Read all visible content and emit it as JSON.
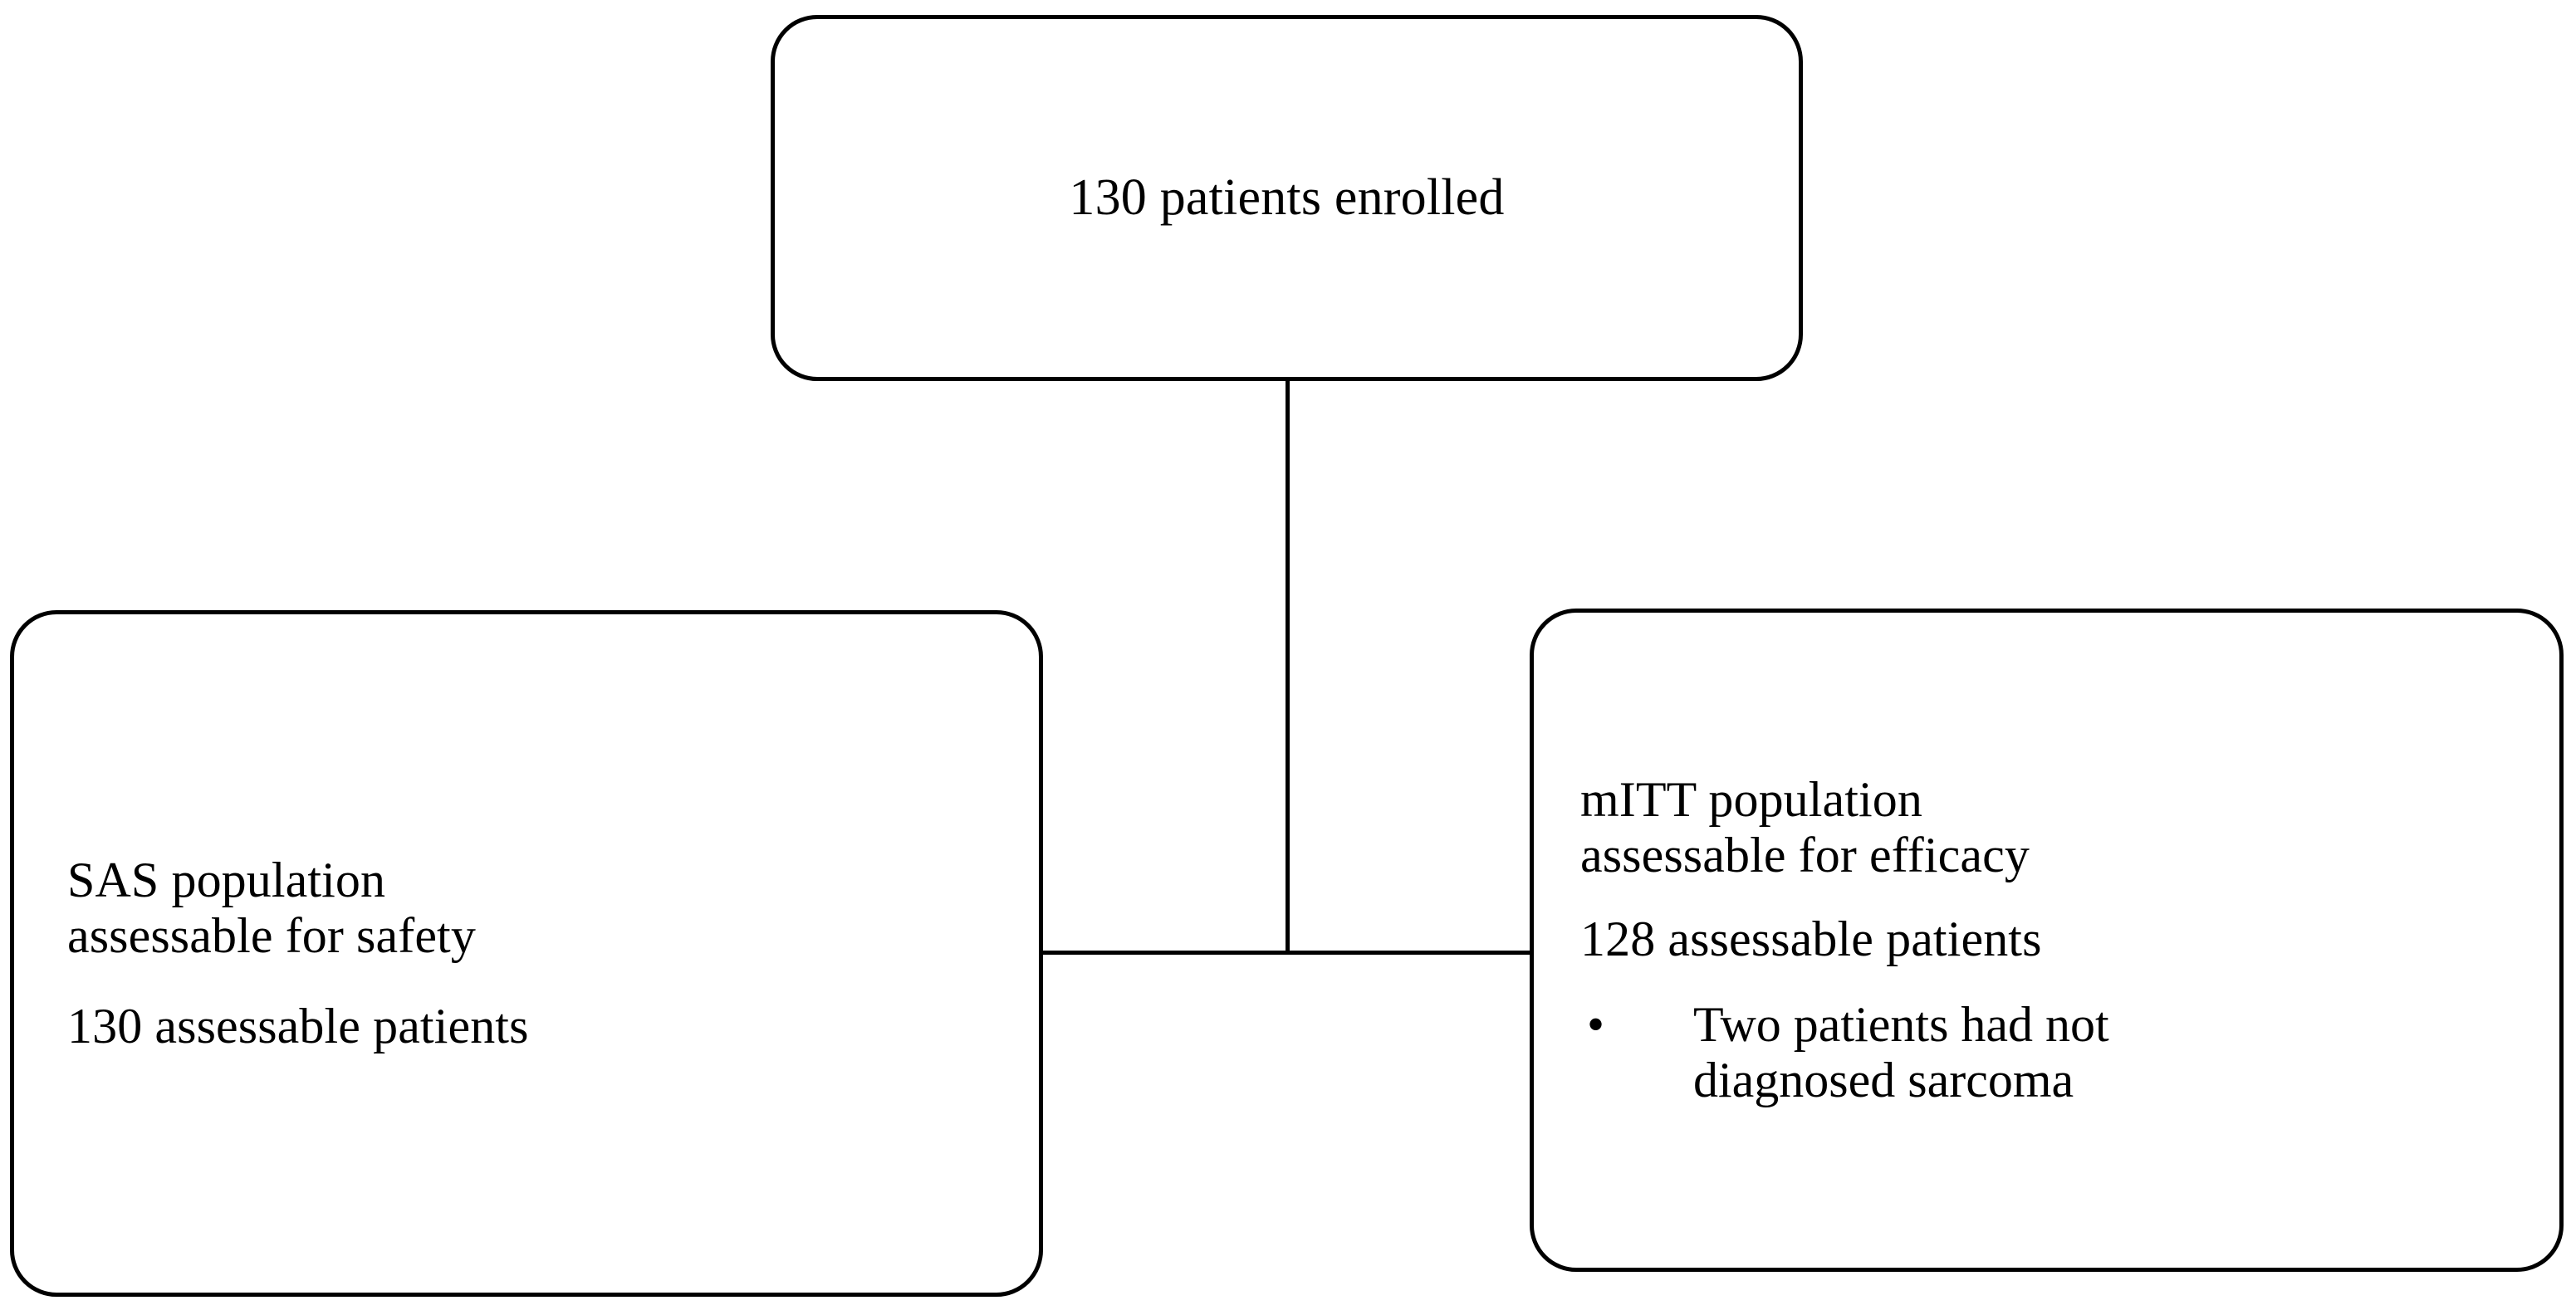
{
  "diagram": {
    "type": "flowchart",
    "orientation": "top-down-split",
    "background_color": "#ffffff",
    "line_color": "#000000",
    "text_color": "#000000",
    "nodes": {
      "enrolled": {
        "id": "enrolled",
        "title": "130 patients enrolled",
        "count": 130
      },
      "sas": {
        "id": "sas",
        "line1": "SAS population",
        "line2": "assessable for safety",
        "count_line": "130 assessable patients",
        "count": 130
      },
      "mitt": {
        "id": "mitt",
        "line1": "mITT population",
        "line2": "assessable for efficacy",
        "count_line": "128 assessable patients",
        "count": 128,
        "bullet_marker": "•",
        "bullet_line1": "Two patients had not",
        "bullet_line2": "diagnosed sarcoma"
      }
    },
    "edges": [
      {
        "from": "enrolled",
        "to": "sas",
        "style": "orthogonal"
      },
      {
        "from": "enrolled",
        "to": "mitt",
        "style": "orthogonal"
      }
    ]
  }
}
